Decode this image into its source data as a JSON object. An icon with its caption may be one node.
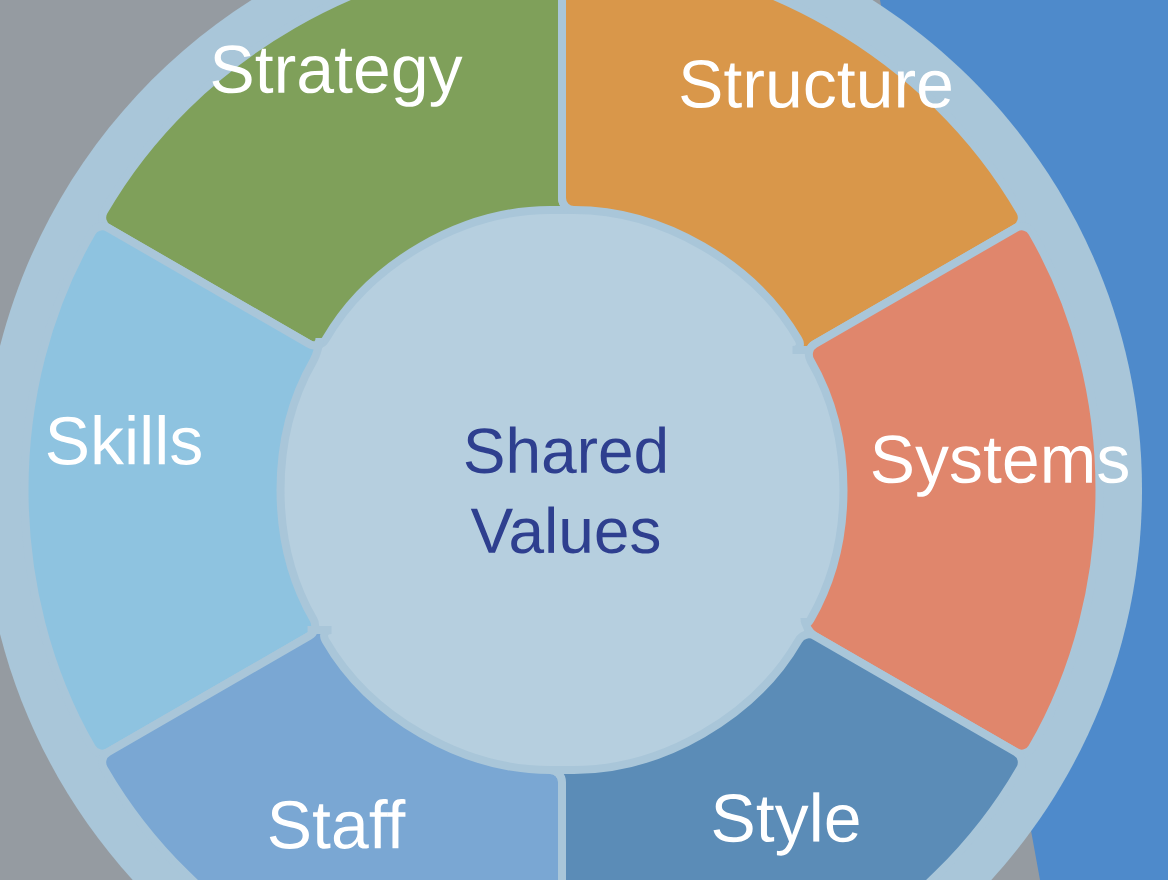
{
  "diagram": {
    "nodes": [
      {
        "text": [
          "Shared Values"
        ]
      },
      {
        "text": [
          "Strategy"
        ]
      },
      {
        "text": [
          "Structure"
        ]
      },
      {
        "text": [
          "Skills"
        ]
      },
      {
        "text": [
          "Systems"
        ]
      },
      {
        "text": [
          "Staff"
        ]
      },
      {
        "text": [
          "Style"
        ]
      }
    ],
    "edges": []
  }
}
